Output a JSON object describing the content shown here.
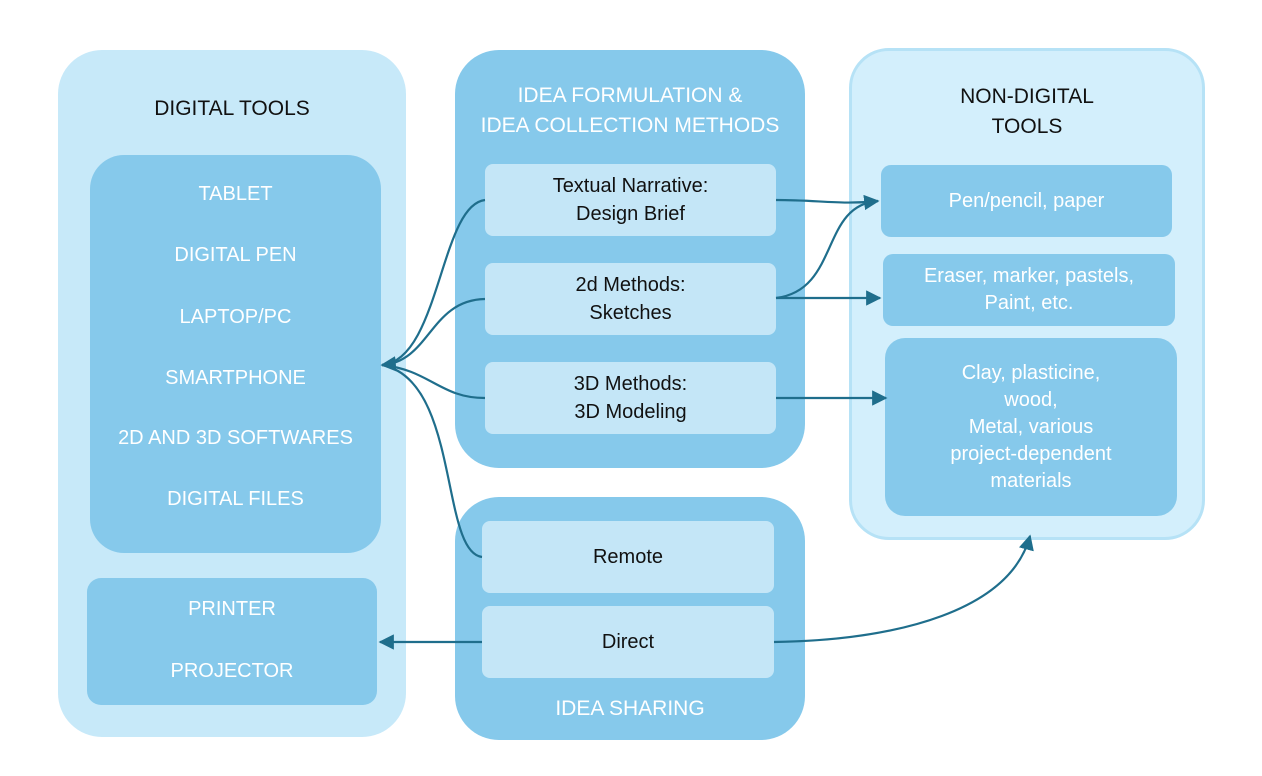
{
  "digital_tools": {
    "title": "DIGITAL TOOLS",
    "devices": [
      "TABLET",
      "DIGITAL PEN",
      "LAPTOP/PC",
      "SMARTPHONE",
      "2D AND 3D SOFTWARES",
      "DIGITAL FILES"
    ],
    "output_devices": [
      "PRINTER",
      "PROJECTOR"
    ]
  },
  "idea_formulation": {
    "title": "IDEA FORMULATION &\nIDEA COLLECTION METHODS",
    "methods": [
      "Textual Narrative:\nDesign Brief",
      "2d Methods:\nSketches",
      "3D Methods:\n3D Modeling"
    ]
  },
  "idea_sharing": {
    "title": "IDEA SHARING",
    "items": [
      "Remote",
      "Direct"
    ]
  },
  "non_digital_tools": {
    "title": "NON-DIGITAL\nTOOLS",
    "items": [
      "Pen/pencil, paper",
      "Eraser, marker, pastels,\nPaint, etc.",
      "Clay, plasticine,\nwood,\nMetal, various\nproject-dependent\nmaterials"
    ]
  },
  "colors": {
    "arrow": "#1f6e8c",
    "panel_light": "#c7e9f9",
    "panel_mid": "#86c9eb",
    "box_light": "#c4e6f7"
  }
}
